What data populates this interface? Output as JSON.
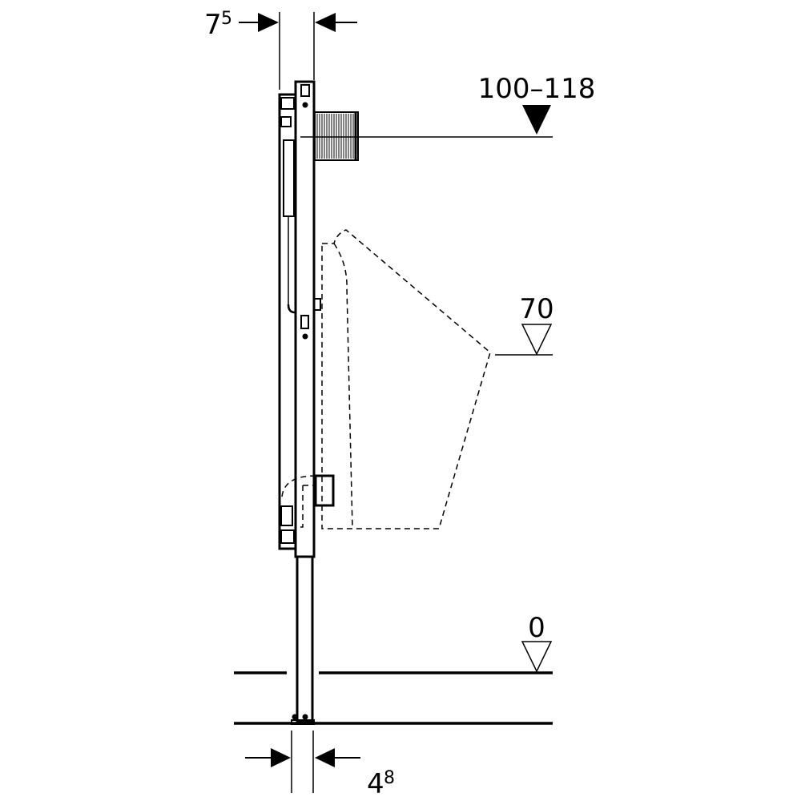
{
  "drawing": {
    "top_dimension": {
      "value": "7",
      "superscript": "5"
    },
    "bottom_dimension": {
      "value": "4",
      "superscript": "8"
    },
    "levels": [
      {
        "label": "100–118",
        "marker": "filled-triangle"
      },
      {
        "label": "70",
        "marker": "open-triangle"
      },
      {
        "label": "0",
        "marker": "open-triangle"
      }
    ],
    "colors": {
      "line": "#000000",
      "background": "#ffffff"
    }
  }
}
